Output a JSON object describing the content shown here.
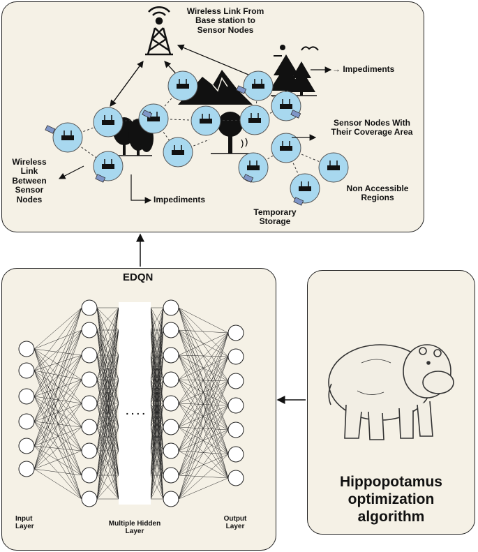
{
  "network": {
    "wireless_link_base": [
      "Wireless Link From",
      "Base station to",
      "Sensor Nodes"
    ],
    "impediments_right": "→ Impediments",
    "sensor_coverage": [
      "Sensor Nodes With",
      "Their Coverage Area"
    ],
    "wireless_between": [
      "Wireless Link",
      "Between",
      "Sensor",
      "Nodes"
    ],
    "impediments_bottom": "Impediments",
    "temporary_storage": [
      "Temporary",
      "Storage"
    ],
    "non_accessible": [
      "Non Accessible",
      "Regions"
    ]
  },
  "edqn": {
    "title": "EDQN",
    "input_layer": [
      "Input",
      "Layer"
    ],
    "hidden_layer": [
      "Multiple Hidden",
      "Layer"
    ],
    "output_layer": [
      "Output",
      "Layer"
    ],
    "ellipsis": ". . . ."
  },
  "hippo": {
    "title": [
      "Hippopotamus",
      "optimization",
      "algorithm"
    ]
  }
}
